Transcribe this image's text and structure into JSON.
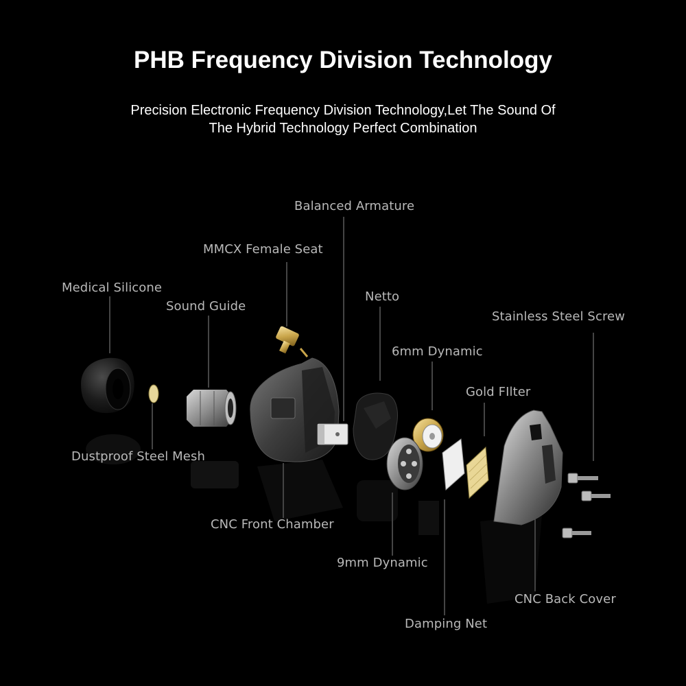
{
  "header": {
    "title": "PHB Frequency Division Technology",
    "subtitle_line1": "Precision Electronic Frequency Division Technology,Let The Sound Of",
    "subtitle_line2": "The Hybrid Technology Perfect Combination"
  },
  "labels": {
    "balanced_armature": "Balanced Armature",
    "mmcx_female_seat": "MMCX  Female Seat",
    "medical_silicone": "Medical Silicone",
    "sound_guide": "Sound Guide",
    "netto": "Netto",
    "stainless_steel_screw": "Stainless Steel Screw",
    "dynamic_6mm": "6mm Dynamic",
    "gold_filter": "Gold FIlter",
    "dustproof_steel_mesh": "Dustproof  Steel  Mesh",
    "cnc_front_chamber": "CNC Front Chamber",
    "dynamic_9mm": "9mm Dynamic",
    "cnc_back_cover": "CNC Back Cover",
    "damping_net": "Damping Net"
  },
  "colors": {
    "background": "#000000",
    "title_text": "#ffffff",
    "label_text": "#b9b9b9",
    "leader_line": "#8a8a8a"
  }
}
